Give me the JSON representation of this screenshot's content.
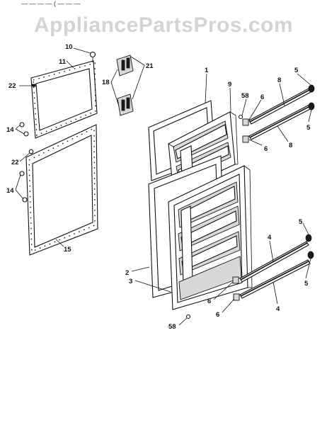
{
  "header": {
    "top_strip": "—  —  —  —  (  —  —  —",
    "watermark": "AppliancePartsPros.com"
  },
  "callouts": [
    {
      "id": "c10",
      "text": "10"
    },
    {
      "id": "c11",
      "text": "11"
    },
    {
      "id": "c22a",
      "text": "22"
    },
    {
      "id": "c14a",
      "text": "14"
    },
    {
      "id": "c22b",
      "text": "22"
    },
    {
      "id": "c14b",
      "text": "14"
    },
    {
      "id": "c15",
      "text": "15"
    },
    {
      "id": "c18",
      "text": "18"
    },
    {
      "id": "c21",
      "text": "21"
    },
    {
      "id": "c1",
      "text": "1"
    },
    {
      "id": "c9",
      "text": "9"
    },
    {
      "id": "c58a",
      "text": "58"
    },
    {
      "id": "c6a",
      "text": "6"
    },
    {
      "id": "c8a",
      "text": "8"
    },
    {
      "id": "c5a",
      "text": "5"
    },
    {
      "id": "c5b",
      "text": "5"
    },
    {
      "id": "c8b",
      "text": "8"
    },
    {
      "id": "c6b",
      "text": "6"
    },
    {
      "id": "c5c",
      "text": "5"
    },
    {
      "id": "c4a",
      "text": "4"
    },
    {
      "id": "c5d",
      "text": "5"
    },
    {
      "id": "c2",
      "text": "2"
    },
    {
      "id": "c3",
      "text": "3"
    },
    {
      "id": "c6c",
      "text": "6"
    },
    {
      "id": "c6d",
      "text": "6"
    },
    {
      "id": "c4b",
      "text": "4"
    },
    {
      "id": "c58b",
      "text": "58"
    }
  ]
}
